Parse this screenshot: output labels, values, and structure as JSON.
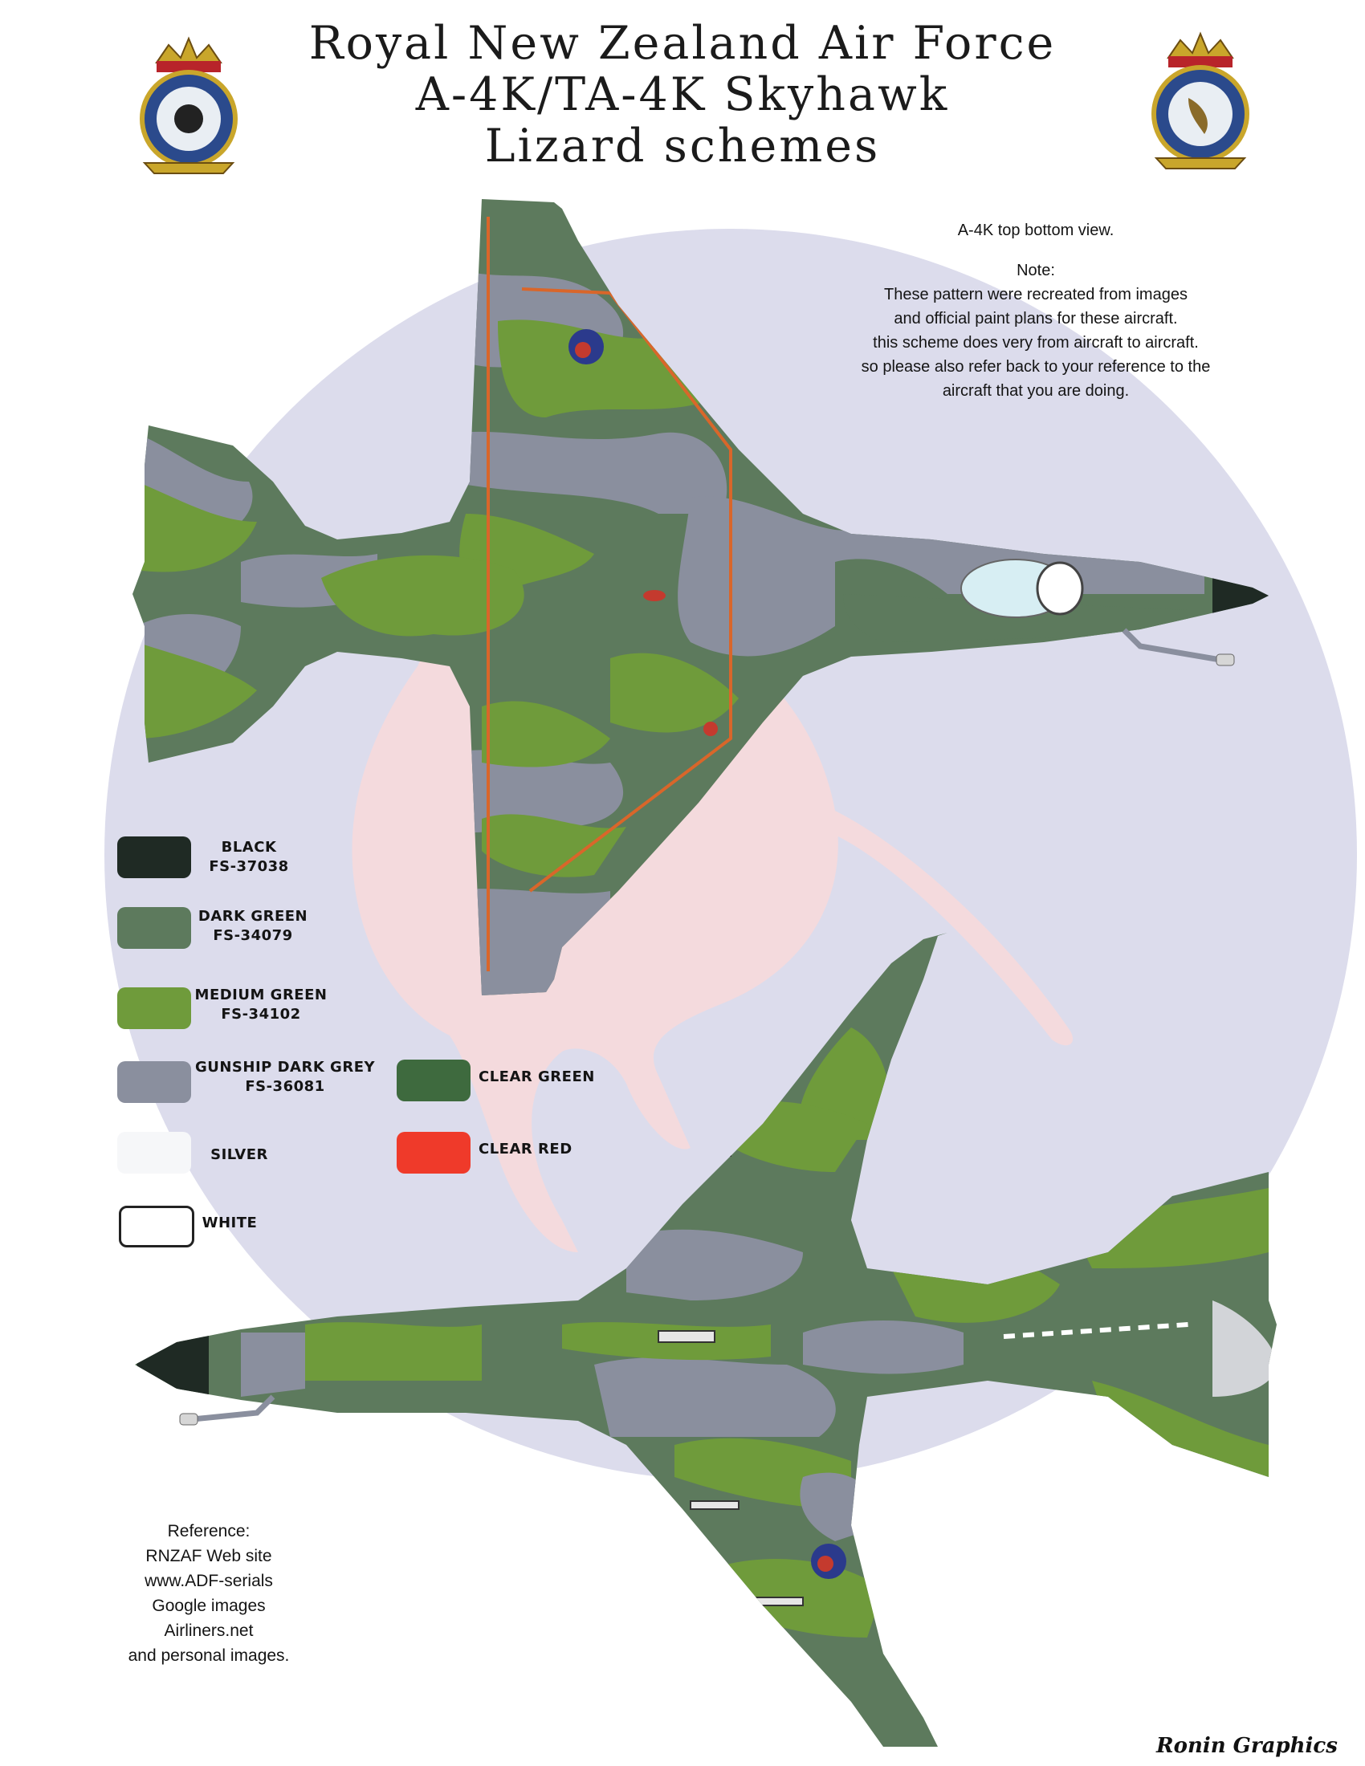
{
  "title": {
    "line1": "Royal New Zealand Air Force",
    "line2": "A-4K/TA-4K Skyhawk",
    "line3": "Lizard schemes"
  },
  "note": {
    "view_label": "A-4K top bottom view.",
    "heading": "Note:",
    "lines": [
      "These pattern were recreated from images",
      "and official paint plans for these aircraft.",
      "this scheme does very from aircraft to aircraft.",
      "so please also refer back to your reference to the",
      "aircraft that you are doing."
    ]
  },
  "legend": [
    {
      "name": "BLACK",
      "code": "FS-37038",
      "color": "#1f2a24"
    },
    {
      "name": "DARK GREEN",
      "code": "FS-34079",
      "color": "#5d7a5d"
    },
    {
      "name": "MEDIUM GREEN",
      "code": "FS-34102",
      "color": "#6f9b3b"
    },
    {
      "name": "GUNSHIP DARK GREY",
      "code": "FS-36081",
      "color": "#8a8f9e"
    },
    {
      "name": "SILVER",
      "code": "",
      "color": "#f6f7f9"
    },
    {
      "name": "WHITE",
      "code": "",
      "color": "#ffffff"
    },
    {
      "name": "CLEAR GREEN",
      "code": "",
      "color": "#3e6a3e"
    },
    {
      "name": "CLEAR RED",
      "code": "",
      "color": "#ef3a2a"
    }
  ],
  "references": {
    "heading": "Reference:",
    "items": [
      "RNZAF Web site",
      "www.ADF-serials",
      "Google images",
      "Airliners.net",
      "and personal images."
    ]
  },
  "signature": "Ronin Graphics",
  "colors": {
    "roundel_background": "#dcdcec",
    "kiwi_background": "#f4dadd",
    "dark_green": "#5d7a5d",
    "medium_green": "#6f9b3b",
    "gunship_grey": "#8a8f9e",
    "black": "#1f2a24",
    "panel_orange": "#d9662a",
    "roundel_blue": "#2b3a8c",
    "roundel_red": "#c43a2e"
  }
}
